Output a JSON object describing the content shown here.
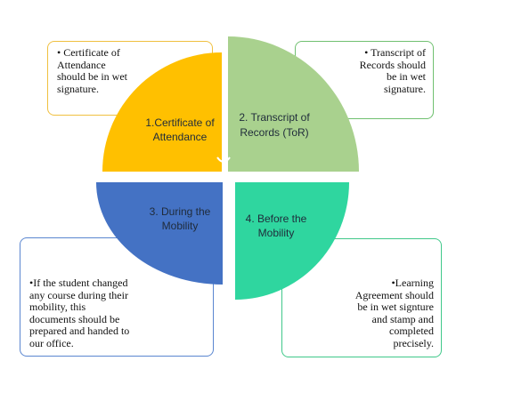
{
  "diagram": {
    "colors": {
      "q1": "#ffc000",
      "q2": "#a9d18e",
      "q3": "#4472c4",
      "q4": "#2fd69f"
    },
    "quadrants": [
      {
        "label_lines": [
          "1.Certificate of",
          "Attendance"
        ]
      },
      {
        "label_lines": [
          "2. Transcript of",
          "Records (ToR)"
        ]
      },
      {
        "label_lines": [
          "3. During the",
          "Mobility"
        ]
      },
      {
        "label_lines": [
          "4. Before the",
          "Mobility"
        ]
      }
    ],
    "notes": [
      {
        "lines": [
          "• Certificate  of",
          "Attendance",
          "should be in wet",
          "signature."
        ]
      },
      {
        "lines": [
          "• Transcript of",
          "Records should",
          "be in wet",
          "signature."
        ]
      },
      {
        "lines": [
          "•If the student changed",
          "any course during their",
          "mobility,  this",
          "documents should be",
          "prepared and handed to",
          "our office."
        ]
      },
      {
        "lines": [
          "•Learning",
          "Agreement should",
          "be in wet signture",
          "and stamp and",
          "completed",
          "precisely."
        ]
      }
    ]
  }
}
